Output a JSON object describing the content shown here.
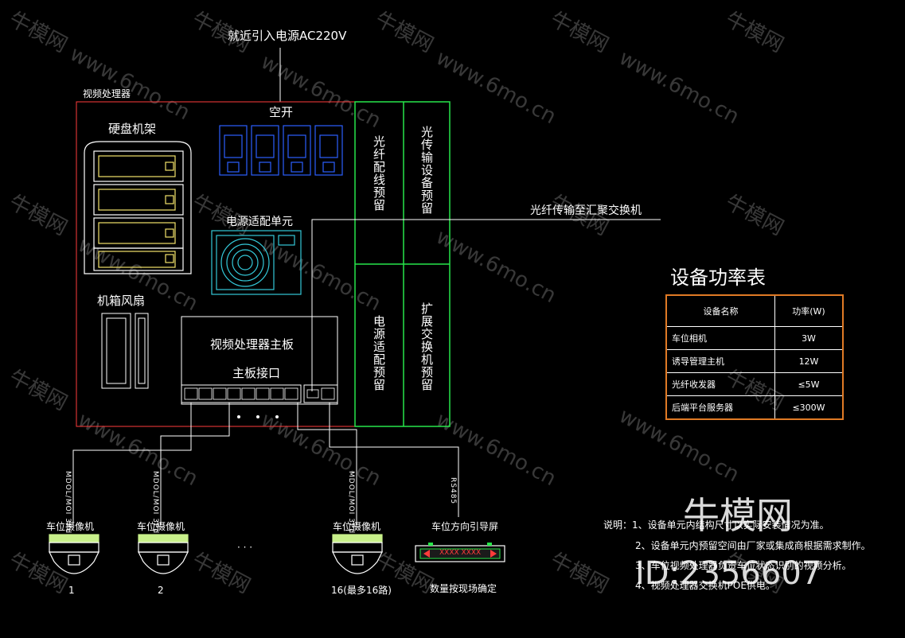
{
  "labels": {
    "power_in": "就近引入电源AC220V",
    "video_processor": "视频处理器",
    "air_switch": "空开",
    "disk_rack": "硬盘机架",
    "power_adapter": "电源适配单元",
    "case_fan": "机箱风扇",
    "mainboard": "视频处理器主板",
    "mainboard_port": "主板接口",
    "fiber_reserve": "光纤配线预留",
    "fiber_device_reserve": "光传输设备预留",
    "power_adapter_reserve": "电源适配预留",
    "switch_reserve": "扩展交换机预留",
    "fiber_to_switch": "光纤传输至汇聚交换机",
    "cable1": "MDOL/MOI 3Pd",
    "cable2": "MDOL/MOI 3Pd",
    "cable3": "MDOL/MOI 3Pd",
    "cable_rs": "RS485",
    "cam1_title": "车位摄像机",
    "cam2_title": "车位摄像机",
    "cam3_title": "车位摄像机",
    "cam1_num": "1",
    "cam2_num": "2",
    "cam3_num": "16(最多16路)",
    "ellipsis": "·  ·  ·",
    "guide_title": "车位方向引导屏",
    "guide_text": "XXXX XXXX",
    "guide_note": "数量按现场确定"
  },
  "power_table": {
    "title": "设备功率表",
    "headers": [
      "设备名称",
      "功率(W)"
    ],
    "rows": [
      {
        "name": "车位相机",
        "power": "3W"
      },
      {
        "name": "诱导管理主机",
        "power": "12W"
      },
      {
        "name": "光纤收发器",
        "power": "≤5W"
      },
      {
        "name": "后端平台服务器",
        "power": "≤300W"
      }
    ]
  },
  "notes": {
    "n1": "说明：1、设备单元内结构尺寸以实际安装情况为准。",
    "n2": "2、设备单元内预留空间由厂家或集成商根据需求制作。",
    "n3": "3、车位视频处理器负责车位状态识别的视频分析。",
    "n4": "4、视频处理器交换机POE供电。"
  },
  "watermark": {
    "brand": "牛模网",
    "site": "www.6mo.cn",
    "id": "ID:2356607"
  },
  "colors": {
    "line": "#ffffff",
    "enclosure": "#ff3b3b",
    "panel": "#27e64a",
    "breaker": "#2b5fff",
    "fan": "#34c9d9",
    "disk": "#f2e36b",
    "table_border": "#e07a25",
    "camera_band": "#c8f08a"
  }
}
